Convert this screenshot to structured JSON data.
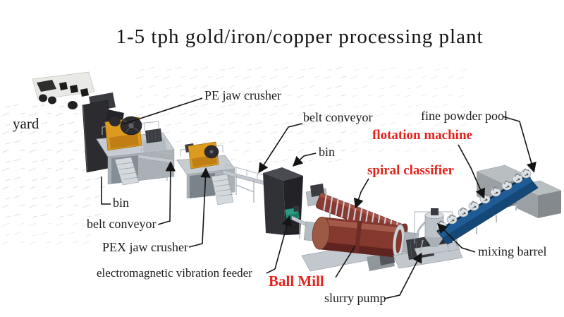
{
  "title": "1-5 tph gold/iron/copper processing plant",
  "colors": {
    "label_black": "#1b1b1b",
    "label_red": "#e2241d",
    "crusher_orange": "#dd9a20",
    "bin_dark": "#2b2b30",
    "ball_mill_maroon": "#84382e",
    "classifier_maroon": "#8a3a33",
    "flotation_blue": "#1f5c96",
    "feeder_teal": "#2a9a82",
    "platform_gray": "#c6ccd1",
    "pool_gray": "#b9bec1"
  },
  "labels": [
    {
      "id": "yard",
      "text": "yard",
      "emphasis": "black"
    },
    {
      "id": "pe_jaw_crusher",
      "text": "PE jaw crusher",
      "emphasis": "black"
    },
    {
      "id": "belt_conveyor_top",
      "text": "belt conveyor",
      "emphasis": "black"
    },
    {
      "id": "bin_top",
      "text": "bin",
      "emphasis": "black"
    },
    {
      "id": "fine_powder_pool",
      "text": "fine powder pool",
      "emphasis": "black"
    },
    {
      "id": "flotation_machine",
      "text": "flotation machine",
      "emphasis": "red"
    },
    {
      "id": "spiral_classifier",
      "text": "spiral classifier",
      "emphasis": "red"
    },
    {
      "id": "bin_left",
      "text": "bin",
      "emphasis": "black"
    },
    {
      "id": "belt_conveyor_bottom",
      "text": "belt conveyor",
      "emphasis": "black"
    },
    {
      "id": "pex_jaw_crusher",
      "text": "PEX jaw crusher",
      "emphasis": "black"
    },
    {
      "id": "emv_feeder",
      "text": "electromagnetic vibration feeder",
      "emphasis": "black"
    },
    {
      "id": "ball_mill",
      "text": "Ball Mill",
      "emphasis": "red"
    },
    {
      "id": "slurry_pump",
      "text": "slurry pump",
      "emphasis": "black"
    },
    {
      "id": "mixing_barrel",
      "text": "mixing barrel",
      "emphasis": "black"
    }
  ]
}
